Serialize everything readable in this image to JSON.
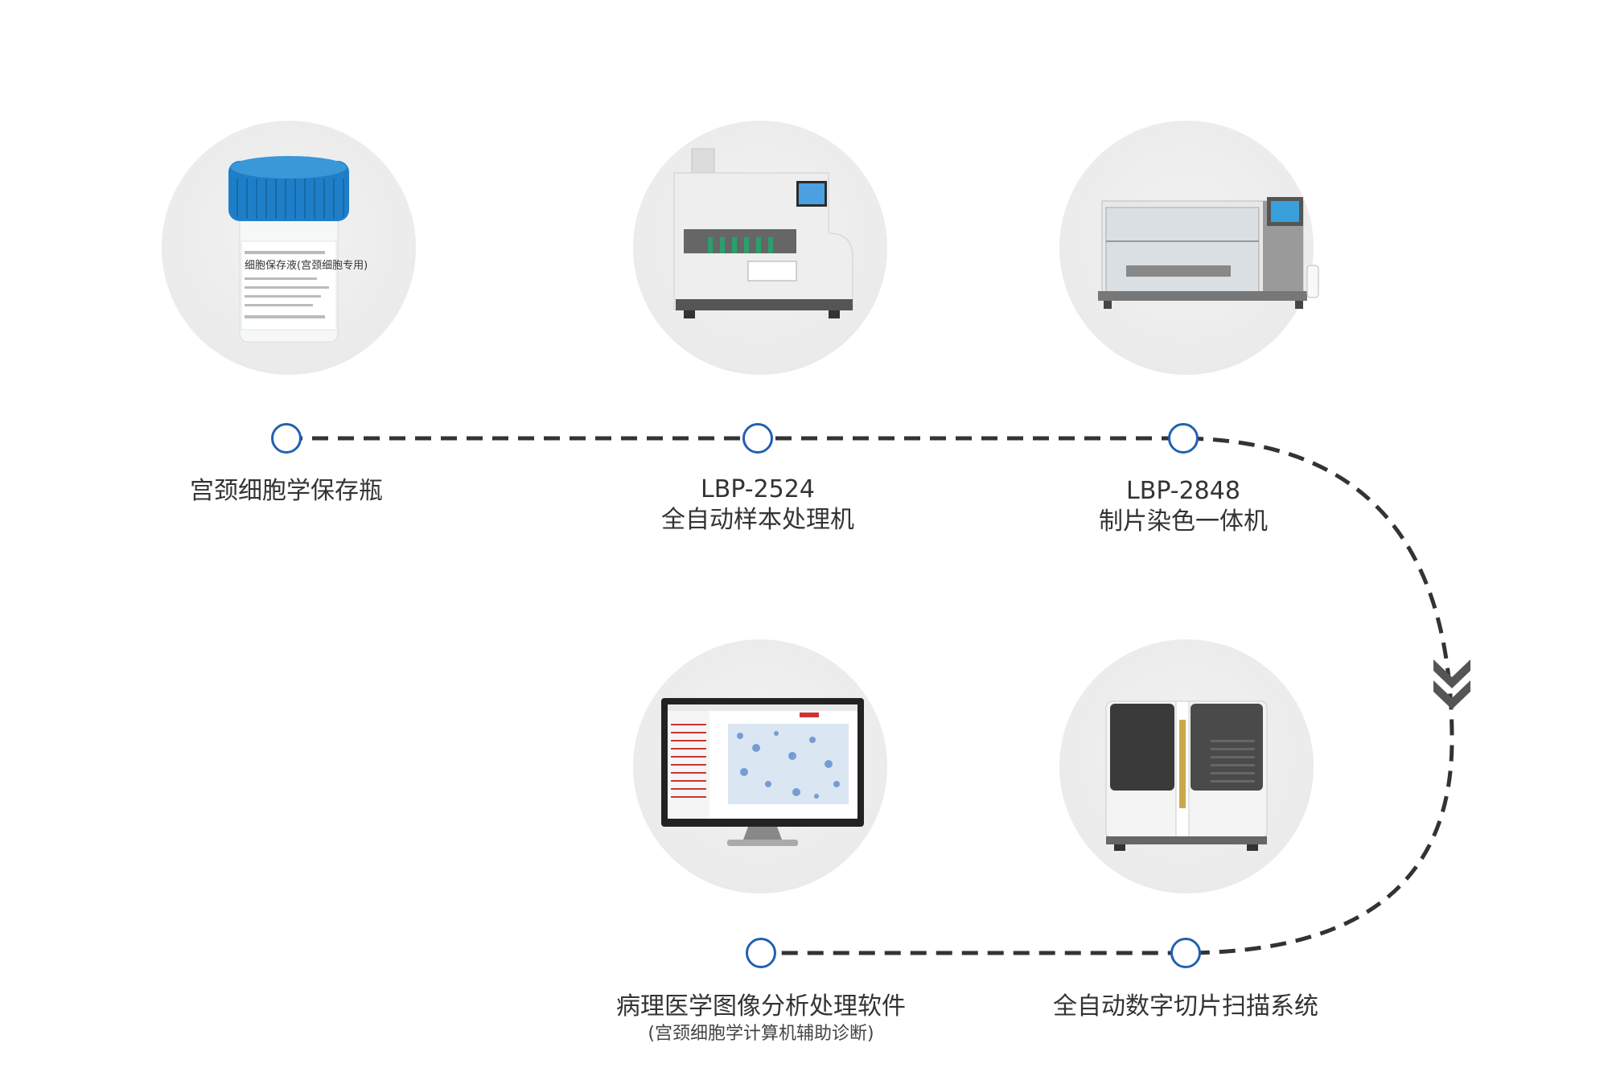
{
  "steps": [
    {
      "id": "bottle",
      "label": "宫颈细胞学保存瓶",
      "bottle_text": "细胞保存液(宫颈细胞专用)"
    },
    {
      "id": "processor",
      "label_line1": "LBP-2524",
      "label_line2": "全自动样本处理机"
    },
    {
      "id": "stainer",
      "label_line1": "LBP-2848",
      "label_line2": "制片染色一体机"
    },
    {
      "id": "scanner",
      "label": "全自动数字切片扫描系统"
    },
    {
      "id": "software",
      "label": "病理医学图像分析处理软件",
      "sublabel": "(宫颈细胞学计算机辅助诊断)"
    }
  ],
  "icons": {
    "flow_arrow": "chevron-double-down-icon"
  },
  "colors": {
    "node_border": "#2060b0",
    "dash_line": "#333333",
    "cap_blue": "#1e7fc8",
    "chevron": "#555555"
  }
}
